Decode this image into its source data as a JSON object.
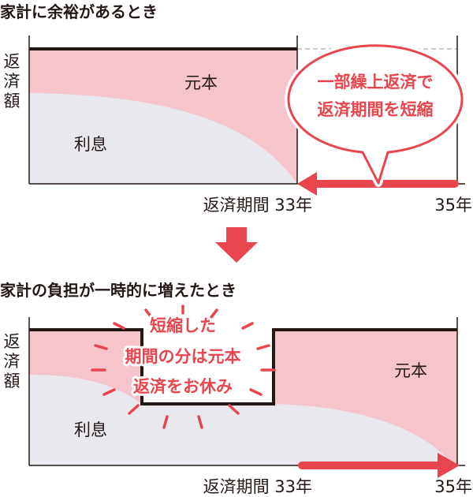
{
  "colors": {
    "principal": "#f6c5cc",
    "interest": "#e9e8ef",
    "accent": "#e8464e",
    "line": "#231815"
  },
  "top": {
    "title": "家計に余裕があるとき",
    "y_label": [
      "返",
      "済",
      "額"
    ],
    "principal": "元本",
    "interest": "利息",
    "bubble": [
      "一部繰上返済で",
      "返済期間を短縮"
    ],
    "x_label_33": "返済期間 33年",
    "x_label_35": "35年"
  },
  "bottom": {
    "title": "家計の負担が一時的に増えたとき",
    "y_label": [
      "返",
      "済",
      "額"
    ],
    "principal": "元本",
    "interest": "利息",
    "callout": [
      "短縮した",
      "期間の分は元本",
      "返済をお休み"
    ],
    "x_label_33": "返済期間 33年",
    "x_label_35": "35年"
  }
}
